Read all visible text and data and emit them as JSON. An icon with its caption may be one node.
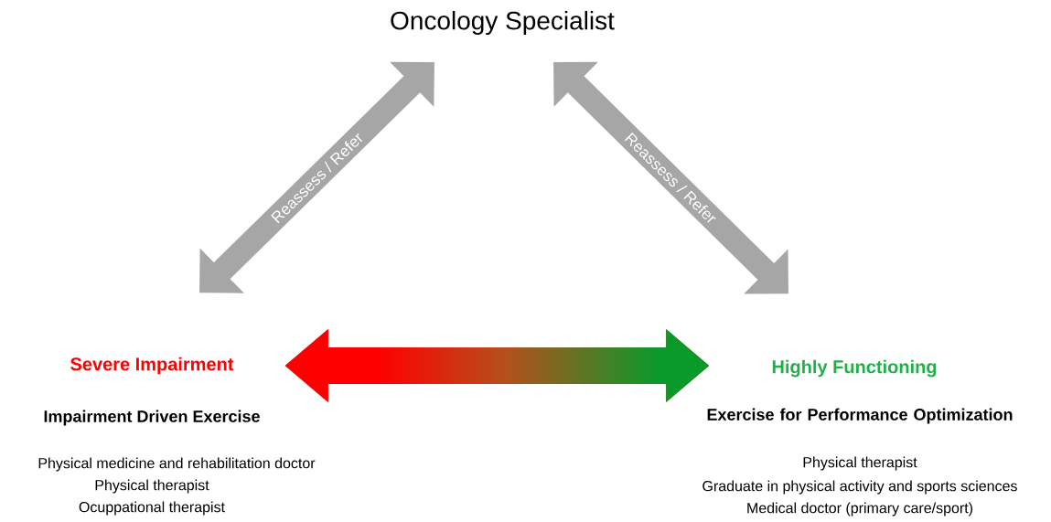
{
  "diagram": {
    "nodes": [
      {
        "text": [
          "Oncology Specialist"
        ]
      },
      {
        "text": [
          "Severe Impairment"
        ],
        "beside": [
          "Impairment Driven Exercise",
          "Physical medicine and rehabilitation doctor",
          "Physical therapist",
          "Ocuppational therapist"
        ]
      },
      {
        "text": [
          "Highly Functioning"
        ],
        "beside": [
          "Exercise for Performance Optimization",
          "Physical therapist",
          "Graduate in physical activity and sports sciences",
          "Medical doctor (primary care/sport)"
        ]
      }
    ],
    "edges": [
      {
        "from": 0,
        "to": 1,
        "arrow": "both",
        "label": "Reassess / Refer"
      },
      {
        "from": 0,
        "to": 2,
        "arrow": "both",
        "label": "Reassess / Refer"
      },
      {
        "from": 1,
        "to": 2,
        "arrow": "both",
        "style": "thick"
      }
    ]
  }
}
